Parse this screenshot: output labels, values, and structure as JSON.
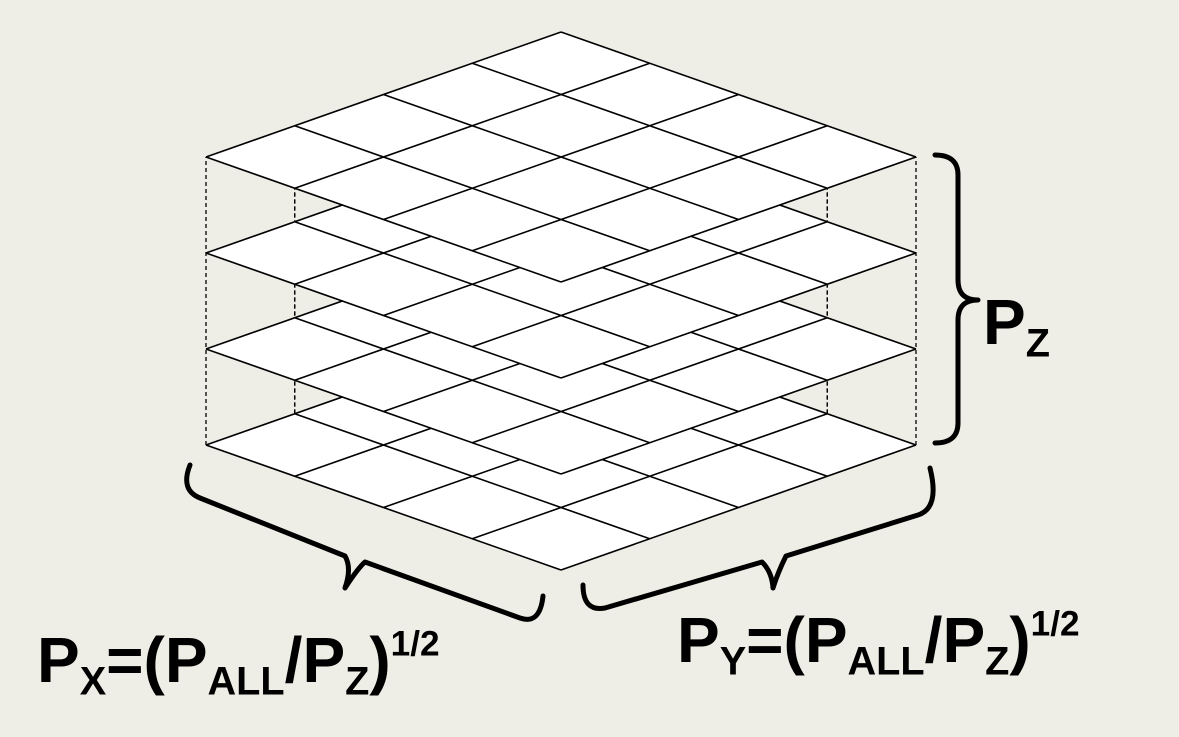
{
  "diagram": {
    "grid_cells_per_side": 4,
    "layers": 4
  },
  "labels": {
    "pz": {
      "base": "P",
      "sub": "Z"
    },
    "px": {
      "base": "P",
      "sub": "X",
      "eq": "=(",
      "all_base": "P",
      "all_sub": "ALL",
      "slash": "/",
      "z_base": "P",
      "z_sub": "Z",
      "close": ")",
      "exp": "1/2"
    },
    "py": {
      "base": "P",
      "sub": "Y",
      "eq": "=(",
      "all_base": "P",
      "all_sub": "ALL",
      "slash": "/",
      "z_base": "P",
      "z_sub": "Z",
      "close": ")",
      "exp": "1/2"
    }
  }
}
